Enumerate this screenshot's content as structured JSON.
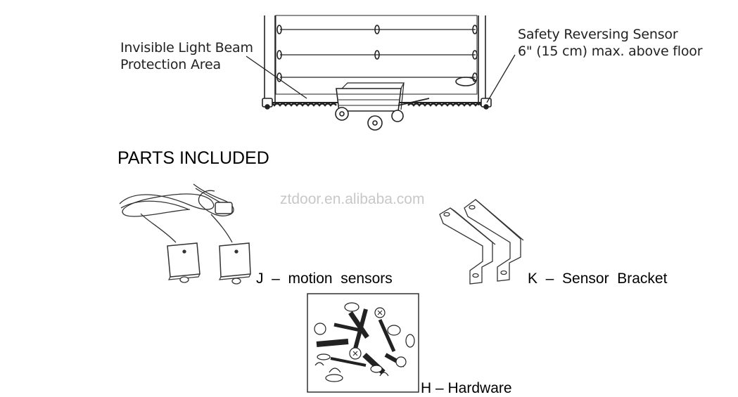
{
  "door_diagram": {
    "light_beam_label": [
      "Invisible Light Beam",
      "Protection Area"
    ],
    "sensor_label": [
      "Safety Reversing Sensor",
      "6\" (15 cm) max. above floor"
    ]
  },
  "parts": {
    "title": "PARTS INCLUDED",
    "watermark": "ztdoor.en.alibaba.com",
    "items": [
      {
        "id": "J",
        "label": "J  –  motion  sensors"
      },
      {
        "id": "K",
        "label": "K  –  Sensor  Bracket"
      },
      {
        "id": "H",
        "label": "H – Hardware"
      }
    ]
  }
}
